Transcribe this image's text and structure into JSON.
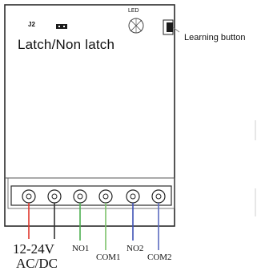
{
  "board": {
    "jumper_id": "J2",
    "led_id": "LED",
    "latch_label": "Latch/Non latch",
    "learning_button_label": "Learning button"
  },
  "terminals": [
    {
      "label_line1": "12-24V",
      "label_line2": "AC/DC",
      "wire_color": "#e0352b"
    },
    {
      "label": "",
      "wire_color": "#333333"
    },
    {
      "label": "NO1",
      "wire_color": "#4caf50"
    },
    {
      "label": "COM1",
      "wire_color": "#7cc26b"
    },
    {
      "label": "NO2",
      "wire_color": "#3f51b5"
    },
    {
      "label": "COM2",
      "wire_color": "#5c6bc0"
    }
  ],
  "colors": {
    "outline": "#2b2b2b",
    "jumper": "#1a1a1a"
  }
}
